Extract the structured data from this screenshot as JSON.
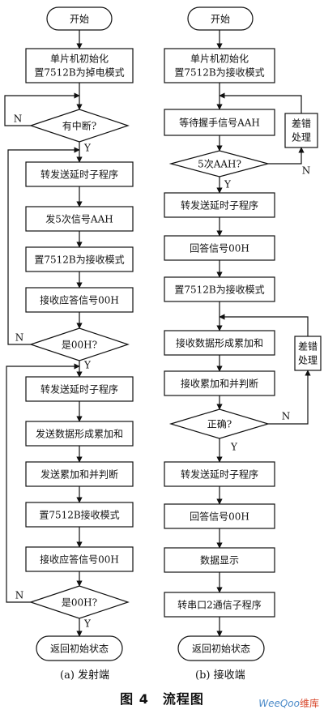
{
  "left": {
    "start": "开始",
    "init_line1": "单片机初始化",
    "init_line2": "置7512B为掉电模式",
    "dec_interrupt": "有中断?",
    "dec_interrupt_no": "N",
    "dec_interrupt_yes": "Y",
    "step_delay1": "转发送延时子程序",
    "step_send5": "发5次信号AAH",
    "step_recv_mode1": "置7512B为接收模式",
    "step_recv_ack1": "接收应答信号00H",
    "dec_00h_1": "是00H?",
    "dec_00h_1_no": "N",
    "dec_00h_1_yes": "Y",
    "step_delay2": "转发送延时子程序",
    "step_send_data": "发送数据形成累加和",
    "step_send_sum": "发送累加和并判断",
    "step_recv_mode2": "置7512B接收模式",
    "step_recv_ack2": "接收应答信号00H",
    "dec_00h_2": "是00H?",
    "dec_00h_2_no": "N",
    "dec_00h_2_yes": "Y",
    "end": "返回初始状态",
    "caption": "(a) 发射端"
  },
  "right": {
    "start": "开始",
    "init_line1": "单片机初始化",
    "init_line2": "置7512B为接收模式",
    "step_wait": "等待握手信号AAH",
    "err1_line1": "差错",
    "err1_line2": "处理",
    "dec_5aah": "5次AAH?",
    "dec_5aah_no": "N",
    "dec_5aah_yes": "Y",
    "step_delay1": "转发送延时子程序",
    "step_reply1": "回答信号00H",
    "step_recv_mode": "置7512B为接收模式",
    "step_recv_data": "接收数据形成累加和",
    "step_recv_sum": "接收累加和并判断",
    "err2_line1": "差错",
    "err2_line2": "处理",
    "dec_correct": "正确?",
    "dec_correct_no": "N",
    "dec_correct_yes": "Y",
    "step_delay2": "转发送延时子程序",
    "step_reply2": "回答信号00H",
    "step_display": "数据显示",
    "step_serial": "转串口2通信子程序",
    "end": "返回初始状态",
    "caption": "(b) 接收端"
  },
  "figure_title": "图 4　流程图",
  "watermark": {
    "latin": "WeeQoo",
    "cn": "维库"
  }
}
